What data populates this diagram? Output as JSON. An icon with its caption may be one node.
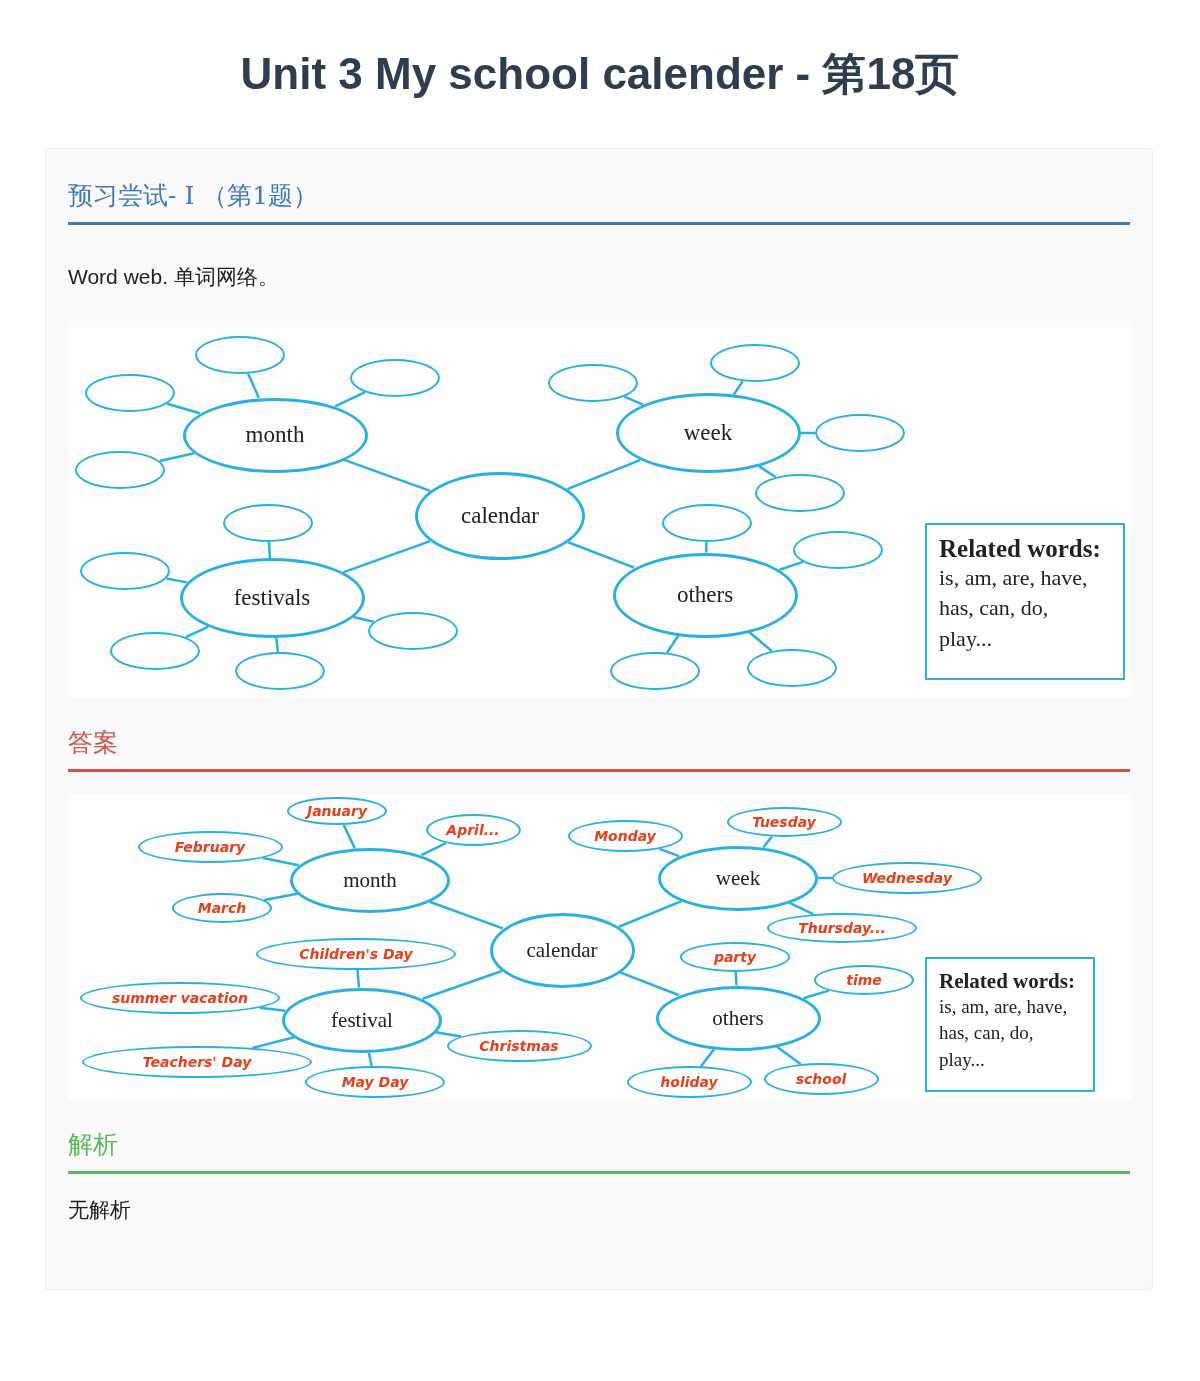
{
  "diagram": {
    "title": "Unit 3 My school calender - 第18页",
    "nodes": [
      {
        "text": [
          "calendar"
        ]
      },
      {
        "text": [
          "month"
        ]
      },
      {
        "text": [
          "week"
        ]
      },
      {
        "text": [
          "festivals"
        ]
      },
      {
        "text": [
          "others"
        ]
      },
      {
        "text": [],
        "shape": "ellipse"
      },
      {
        "text": [],
        "shape": "ellipse"
      },
      {
        "text": [],
        "shape": "ellipse"
      },
      {
        "text": [],
        "shape": "ellipse"
      },
      {
        "text": [],
        "shape": "ellipse"
      },
      {
        "text": [],
        "shape": "ellipse"
      },
      {
        "text": [],
        "shape": "ellipse"
      },
      {
        "text": [],
        "shape": "ellipse"
      },
      {
        "text": [],
        "shape": "ellipse"
      },
      {
        "text": [],
        "shape": "ellipse"
      },
      {
        "text": [],
        "shape": "ellipse"
      },
      {
        "text": [],
        "shape": "ellipse"
      },
      {
        "text": [],
        "shape": "ellipse"
      },
      {
        "text": [],
        "shape": "ellipse"
      },
      {
        "text": [],
        "shape": "ellipse"
      },
      {
        "text": [],
        "shape": "ellipse"
      },
      {
        "text": [],
        "shape": "ellipse"
      },
      {
        "text": [
          "Related words:",
          "is, am, are, have, has, can, do, play..."
        ]
      },
      {
        "text": [
          "calendar"
        ]
      },
      {
        "text": [
          "month"
        ]
      },
      {
        "text": [
          "week"
        ]
      },
      {
        "text": [
          "festival"
        ]
      },
      {
        "text": [
          "others"
        ]
      },
      {
        "text": [
          "January"
        ]
      },
      {
        "text": [
          "February"
        ]
      },
      {
        "text": [
          "April..."
        ]
      },
      {
        "text": [
          "March"
        ]
      },
      {
        "text": [
          "Monday"
        ]
      },
      {
        "text": [
          "Tuesday"
        ]
      },
      {
        "text": [
          "Wednesday"
        ]
      },
      {
        "text": [
          "Thursday..."
        ]
      },
      {
        "text": [
          "Children's Day"
        ]
      },
      {
        "text": [
          "summer vacation"
        ]
      },
      {
        "text": [
          "Teachers' Day"
        ]
      },
      {
        "text": [
          "May Day"
        ]
      },
      {
        "text": [
          "Christmas"
        ]
      },
      {
        "text": [
          "party"
        ]
      },
      {
        "text": [
          "time"
        ]
      },
      {
        "text": [
          "holiday"
        ]
      },
      {
        "text": [
          "school"
        ]
      },
      {
        "text": [
          "Related words:",
          "is, am, are, have, has, can, do, play..."
        ]
      }
    ],
    "edges": [
      {
        "from": 0,
        "to": 1,
        "arrow": "none"
      },
      {
        "from": 0,
        "to": 2,
        "arrow": "none"
      },
      {
        "from": 0,
        "to": 3,
        "arrow": "none"
      },
      {
        "from": 0,
        "to": 4,
        "arrow": "none"
      },
      {
        "from": 1,
        "to": 5,
        "arrow": "none"
      },
      {
        "from": 1,
        "to": 6,
        "arrow": "none"
      },
      {
        "from": 1,
        "to": 7,
        "arrow": "none"
      },
      {
        "from": 1,
        "to": 8,
        "arrow": "none"
      },
      {
        "from": 2,
        "to": 9,
        "arrow": "none"
      },
      {
        "from": 2,
        "to": 10,
        "arrow": "none"
      },
      {
        "from": 2,
        "to": 11,
        "arrow": "none"
      },
      {
        "from": 2,
        "to": 12,
        "arrow": "none"
      },
      {
        "from": 3,
        "to": 13,
        "arrow": "none"
      },
      {
        "from": 3,
        "to": 14,
        "arrow": "none"
      },
      {
        "from": 3,
        "to": 15,
        "arrow": "none"
      },
      {
        "from": 3,
        "to": 16,
        "arrow": "none"
      },
      {
        "from": 3,
        "to": 17,
        "arrow": "none"
      },
      {
        "from": 4,
        "to": 18,
        "arrow": "none"
      },
      {
        "from": 4,
        "to": 19,
        "arrow": "none"
      },
      {
        "from": 4,
        "to": 20,
        "arrow": "none"
      },
      {
        "from": 4,
        "to": 21,
        "arrow": "none"
      },
      {
        "from": 23,
        "to": 24,
        "arrow": "none"
      },
      {
        "from": 23,
        "to": 25,
        "arrow": "none"
      },
      {
        "from": 23,
        "to": 26,
        "arrow": "none"
      },
      {
        "from": 23,
        "to": 27,
        "arrow": "none"
      },
      {
        "from": 24,
        "to": 28,
        "arrow": "none"
      },
      {
        "from": 24,
        "to": 29,
        "arrow": "none"
      },
      {
        "from": 24,
        "to": 30,
        "arrow": "none"
      },
      {
        "from": 24,
        "to": 31,
        "arrow": "none"
      },
      {
        "from": 25,
        "to": 32,
        "arrow": "none"
      },
      {
        "from": 25,
        "to": 33,
        "arrow": "none"
      },
      {
        "from": 25,
        "to": 34,
        "arrow": "none"
      },
      {
        "from": 25,
        "to": 35,
        "arrow": "none"
      },
      {
        "from": 26,
        "to": 36,
        "arrow": "none"
      },
      {
        "from": 26,
        "to": 37,
        "arrow": "none"
      },
      {
        "from": 26,
        "to": 38,
        "arrow": "none"
      },
      {
        "from": 26,
        "to": 39,
        "arrow": "none"
      },
      {
        "from": 26,
        "to": 40,
        "arrow": "none"
      },
      {
        "from": 27,
        "to": 41,
        "arrow": "none"
      },
      {
        "from": 27,
        "to": 42,
        "arrow": "none"
      },
      {
        "from": 27,
        "to": 43,
        "arrow": "none"
      },
      {
        "from": 27,
        "to": 44,
        "arrow": "none"
      }
    ],
    "labels": [
      "预习尝试- I （第1题）",
      "Word web. 单词网络。",
      "答案",
      "解析",
      "无解析"
    ]
  }
}
